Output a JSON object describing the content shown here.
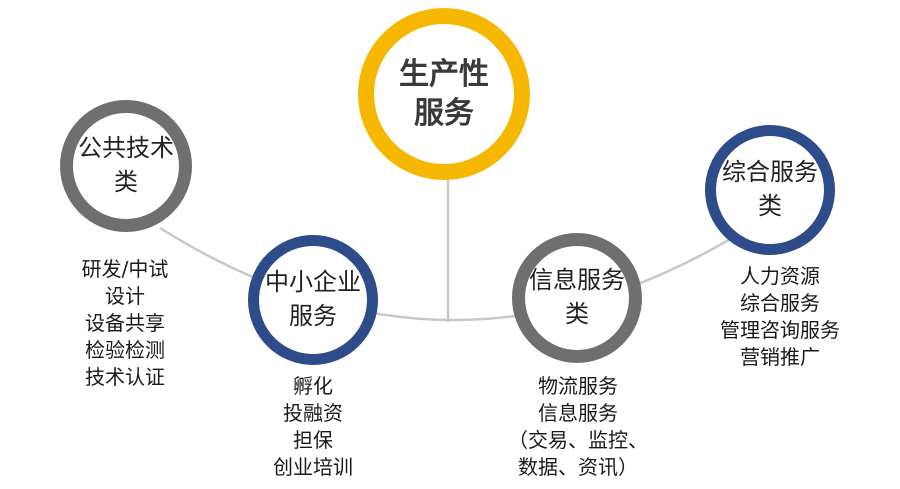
{
  "diagram": {
    "center": {
      "label": "生产性\n服务"
    },
    "categories": [
      {
        "id": "public-tech",
        "label": "公共技术\n类",
        "items": [
          "研发/中试",
          "设计",
          "设备共享",
          "检验检测",
          "技术认证"
        ]
      },
      {
        "id": "sme",
        "label": "中小企业\n服务",
        "items": [
          "孵化",
          "投融资",
          "担保",
          "创业培训"
        ]
      },
      {
        "id": "info",
        "label": "信息服务\n类",
        "items": [
          "物流服务",
          "信息服务",
          "（交易、监控、",
          "数据、资讯）"
        ]
      },
      {
        "id": "integrated",
        "label": "综合服务\n类",
        "items": [
          "人力资源",
          "综合服务",
          "管理咨询服务",
          "营销推广"
        ]
      }
    ]
  },
  "colors": {
    "center_ring": "#f5b700",
    "gray_ring": "#6f6f6f",
    "blue_ring": "#2e4b8a",
    "connector": "#c8c8c8"
  }
}
